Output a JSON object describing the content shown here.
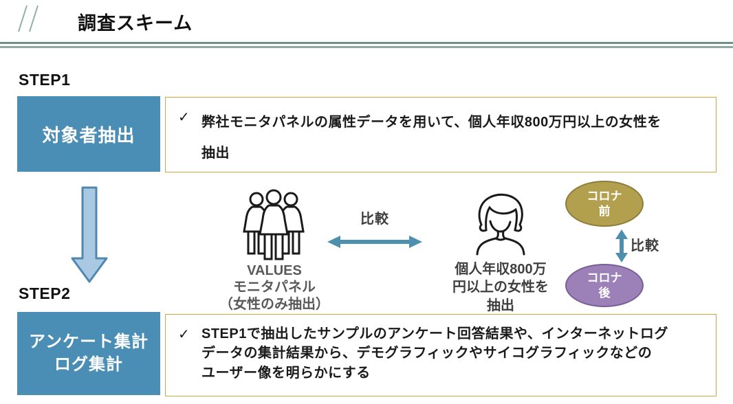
{
  "header": {
    "title": "調査スキーム"
  },
  "step1": {
    "label": "STEP1",
    "box_label": "対象者抽出",
    "check_glyph": "✓",
    "note": {
      "line1": "弊社モニタパネルの属性データを用いて、個人年収800万円以上の女性を",
      "line2": "抽出"
    }
  },
  "diagram": {
    "panel": {
      "icon": "three-women-icon",
      "line1": "VALUES",
      "line2": "モニタパネル",
      "line3": "（女性のみ抽出）"
    },
    "compare_horizontal_label": "比較",
    "target": {
      "icon": "woman-icon",
      "line1": "個人年収800万",
      "line2": "円以上の女性を",
      "line3": "抽出"
    },
    "corona_before": {
      "line1": "コロナ",
      "line2": "前"
    },
    "compare_vertical_label": "比較",
    "corona_after": {
      "line1": "コロナ",
      "line2": "後"
    },
    "down_arrow_icon": "down-arrow-icon",
    "slash_icon": "double-slash-icon"
  },
  "step2": {
    "label": "STEP2",
    "box_label_line1": "アンケート集計",
    "box_label_line2": "ログ集計",
    "check_glyph": "✓",
    "note": {
      "line1": "STEP1で抽出したサンプルのアンケート回答結果や、インターネットログ",
      "line2": "データの集計結果から、デモグラフィックやサイコグラフィックなどの",
      "line3": "ユーザー像を明らかにする"
    }
  },
  "colors": {
    "step_box_blue": "#4A8DB5",
    "note_border_gold": "#C9A73D",
    "header_rule_dark": "#6E9086",
    "header_rule_light": "#8BA99E",
    "down_arrow_fill": "#A9C8E1",
    "down_arrow_border": "#4E87B0",
    "compare_arrow": "#4E8FAE",
    "corona_before_fill": "#B3A04F",
    "corona_before_border": "#8E7D3A",
    "corona_after_fill": "#9C80B8",
    "corona_after_border": "#7A5F96",
    "panel_label_gray": "#595959"
  }
}
